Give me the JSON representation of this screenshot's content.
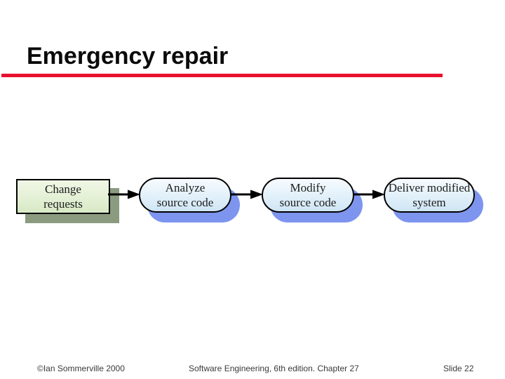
{
  "slide": {
    "title": "Emergency repair",
    "accent_color": "#e8112d",
    "background_color": "#ffffff"
  },
  "diagram": {
    "type": "process-flow",
    "direction": "left-to-right",
    "nodes": [
      {
        "id": "change-requests",
        "shape": "rectangle",
        "label": "Change requests",
        "line1": "Change",
        "line2": "requests",
        "fill": "#e4f0d5",
        "border_color": "#000000",
        "shadow_color": "#8b9b7f"
      },
      {
        "id": "analyze-source-code",
        "shape": "rounded",
        "label": "Analyze source code",
        "line1": "Analyze",
        "line2": "source code",
        "fill": "#e3f1fa",
        "border_color": "#000000",
        "shadow_color": "#7d95ee"
      },
      {
        "id": "modify-source-code",
        "shape": "rounded",
        "label": "Modify source code",
        "line1": "Modify",
        "line2": "source code",
        "fill": "#e3f1fa",
        "border_color": "#000000",
        "shadow_color": "#7d95ee"
      },
      {
        "id": "deliver-modified-system",
        "shape": "rounded",
        "label": "Deliver modified system",
        "line1": "Deliver modified",
        "line2": "system",
        "fill": "#e3f1fa",
        "border_color": "#000000",
        "shadow_color": "#7d95ee"
      }
    ],
    "edges": [
      {
        "from": "change-requests",
        "to": "analyze-source-code",
        "style": "solid-black-arrow"
      },
      {
        "from": "analyze-source-code",
        "to": "modify-source-code",
        "style": "solid-black-arrow"
      },
      {
        "from": "modify-source-code",
        "to": "deliver-modified-system",
        "style": "solid-black-arrow"
      }
    ],
    "arrow_color": "#000000"
  },
  "footer": {
    "left": "©Ian Sommerville 2000",
    "center": "Software Engineering, 6th edition. Chapter 27",
    "right": "Slide 22"
  }
}
